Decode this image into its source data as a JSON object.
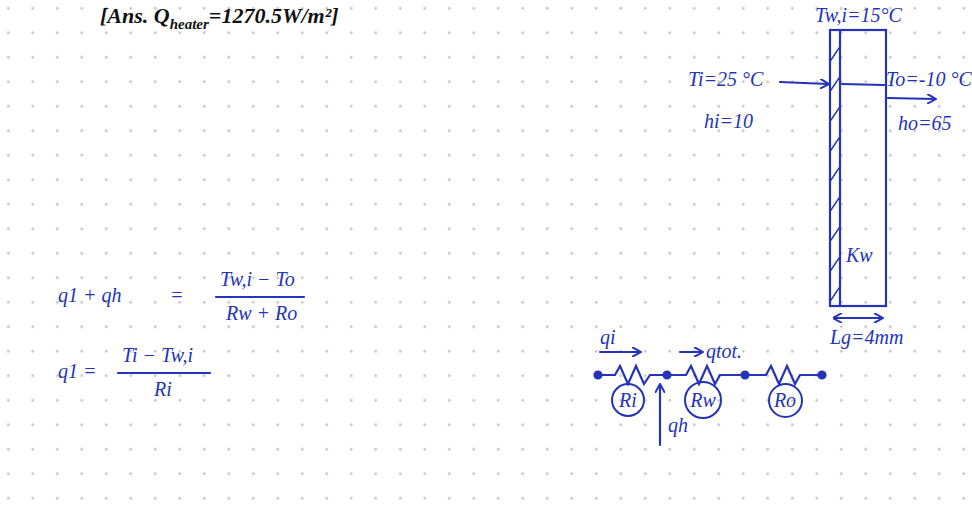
{
  "diagram": {
    "nodes": [
      {
        "text": [
          "Ri"
        ]
      },
      {
        "text": [
          "Rw"
        ]
      },
      {
        "text": [
          "Ro"
        ]
      }
    ],
    "labels": [
      "[Ans. Q",
      "heater",
      "=1270.5W/m²]",
      "Tw,i=15°C",
      "Ti=25 °C",
      "hi=10",
      "To=-10 °C",
      "ho=65",
      "Kw",
      "Lg=4mm",
      "q1 + qh",
      "=",
      "Tw,i − To",
      "Rw + Ro",
      "q1 =",
      "Ti − Tw,i",
      "Ri",
      "qi",
      "qtot.",
      "qh"
    ]
  }
}
